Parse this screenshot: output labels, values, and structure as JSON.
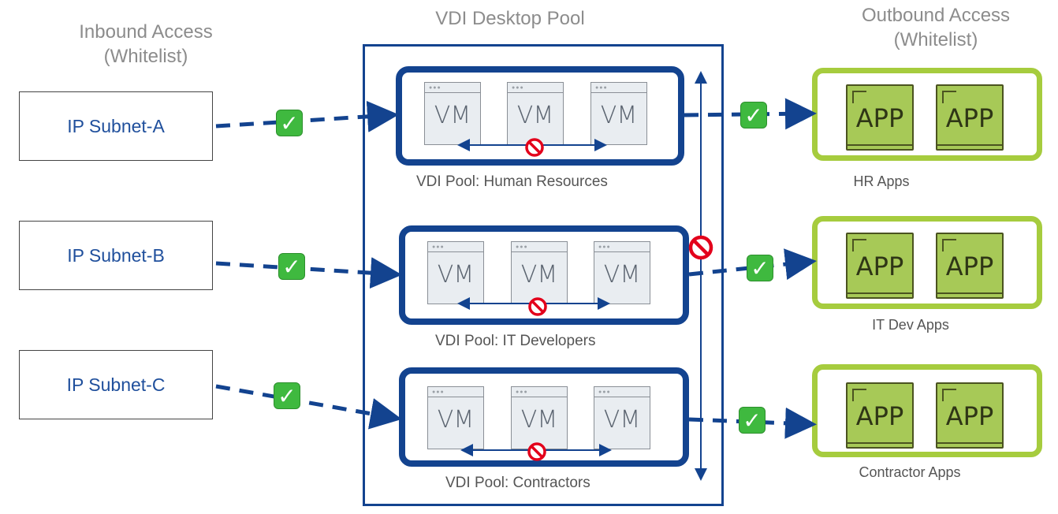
{
  "headings": {
    "inbound_line1": "Inbound Access",
    "inbound_line2": "(Whitelist)",
    "pool": "VDI Desktop Pool",
    "outbound_line1": "Outbound Access",
    "outbound_line2": "(Whitelist)"
  },
  "subnets": [
    "IP Subnet-A",
    "IP Subnet-B",
    "IP Subnet-C"
  ],
  "vm_label": "VM",
  "app_label": "APP",
  "pools": [
    {
      "label": "VDI Pool: Human Resources",
      "apps_label": "HR Apps"
    },
    {
      "label": "VDI Pool: IT Developers",
      "apps_label": "IT Dev Apps"
    },
    {
      "label": "VDI Pool: Contractors",
      "apps_label": "Contractor Apps"
    }
  ],
  "colors": {
    "navy": "#13438f",
    "link_blue": "#1f4f9c",
    "green_box": "#a6cc3e",
    "app_fill": "#a7c957",
    "check_green": "#3fb93f",
    "block_red": "#e3001b"
  },
  "icons": {
    "allowed": "check-mark-icon",
    "blocked": "no-entry-icon"
  }
}
